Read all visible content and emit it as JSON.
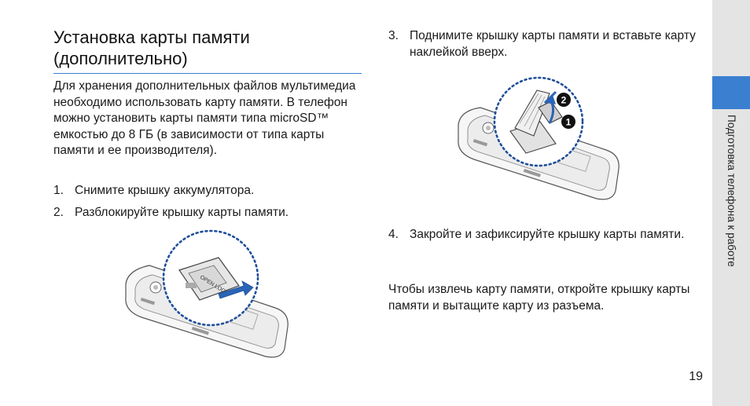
{
  "page": {
    "title": "Установка карты памяти (дополнительно)",
    "intro": "Для хранения дополнительных файлов мультимедиа необходимо использовать карту памяти. В телефон можно установить карты памяти типа microSD™ емкостью до 8 ГБ (в зависимости от типа карты памяти и ее производителя).",
    "steps": [
      {
        "num": "1.",
        "text": "Снимите крышку аккумулятора."
      },
      {
        "num": "2.",
        "text": "Разблокируйте крышку карты памяти."
      },
      {
        "num": "3.",
        "text": "Поднимите крышку карты памяти и вставьте карту наклейкой вверх."
      },
      {
        "num": "4.",
        "text": "Закройте и зафиксируйте крышку карты памяти."
      }
    ],
    "outro": "Чтобы извлечь карту памяти, откройте крышку карты памяти и вытащите карту из разъема.",
    "section_label": "Подготовка телефона к работе",
    "page_number": "19"
  },
  "illustrations": {
    "unlock": {
      "lock_text": "OPEN LOCK"
    },
    "insert": {
      "marker_1": "1",
      "marker_2": "2"
    }
  },
  "colors": {
    "accent": "#3a7fd0",
    "strip": "#e4e4e4",
    "callout": "#1f4f9a"
  }
}
